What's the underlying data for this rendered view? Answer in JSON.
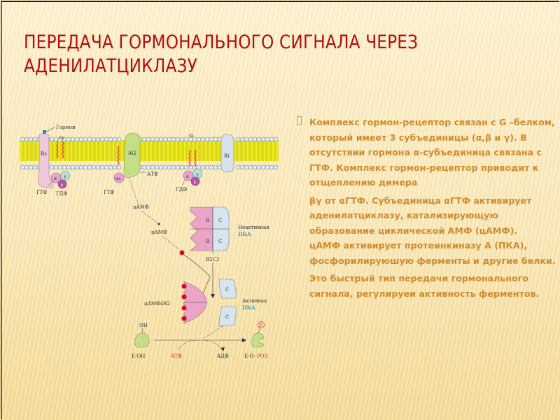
{
  "slide": {
    "title": "ПЕРЕДАЧА ГОРМОНАЛЬНОГО СИГНАЛА ЧЕРЕЗ АДЕНИЛАТЦИКЛАЗУ",
    "colors": {
      "title": "#b30e0e",
      "body_text": "#d28b2c",
      "background": "#f9e7b6"
    }
  },
  "body": {
    "paragraphs": [
      "Комплекс гормон-рецептор  связан с G –белком, который имеет 3 субъединицы (α,β и γ). В отсутствии гормона α-субъединица связана с ГТФ. Комплекс гормон-рецептор приводит к отщеплению димера",
      " βγ от αГТФ. Субъединица αГТФ активирует аденилатциклазу, катализирующую образование циклической АМФ (цАМФ).",
      "цАМФ активирует протеинкиназу А (ПКА), фосфорилируюшую ферменты и другие белки.",
      "Это быстрый тип передачи гормонального сигнала, регулируеи активность ферментов."
    ]
  },
  "diagram": {
    "labels": {
      "hormone": "Гормон",
      "gs_top": "Gs",
      "gi_top": "Gi",
      "rs": "Rs",
      "ri": "Ri",
      "ac": "АЦ",
      "alpha": "α",
      "beta": "β",
      "gamma": "γ",
      "alpha_s": "αs",
      "gtp_left": "ГТФ",
      "gdp_left": "ГДФ",
      "gtp_mid": "ГТФ",
      "atp_membrane": "АТФ",
      "gdp_right": "ГДФ",
      "camp_1": "цАМФ",
      "camp_2": "цАМФ",
      "r_top": "R",
      "c_top": "C",
      "r_bottom": "R",
      "c_bottom": "C",
      "inactive": "Неактивная",
      "pka_inactive": "ПКА",
      "r2c2": "R2C2",
      "camp_r": "цАМФ4R2",
      "c_active_top": "C",
      "c_active_bottom": "C",
      "active": "Активная",
      "pka_active": "ПКА",
      "oh": "OH",
      "p": "P",
      "e_oh": "Е-ОН",
      "atp_bottom": "АТФ",
      "adp_bottom": "АДФ",
      "e_o_po3_prefix": "Е-О-",
      "e_o_po3_suffix": "РО3"
    }
  }
}
